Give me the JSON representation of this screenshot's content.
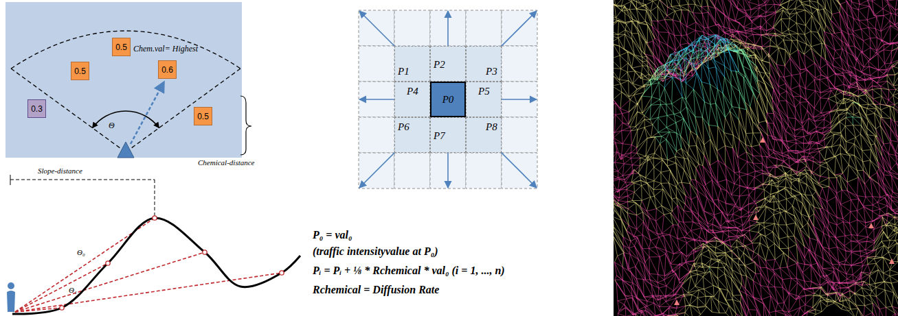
{
  "diagram": {
    "nodes": [
      {
        "text": [
          "0.5"
        ]
      },
      {
        "text": [
          "0.5"
        ]
      },
      {
        "text": [
          "0.6"
        ]
      },
      {
        "text": [
          "0.3"
        ]
      },
      {
        "text": [
          "0.5"
        ]
      },
      {
        "text": [
          "P1"
        ]
      },
      {
        "text": [
          "P2"
        ]
      },
      {
        "text": [
          "P3"
        ]
      },
      {
        "text": [
          "P4"
        ]
      },
      {
        "text": [
          "P0"
        ]
      },
      {
        "text": [
          "P5"
        ]
      },
      {
        "text": [
          "P6"
        ]
      },
      {
        "text": [
          "P7"
        ]
      },
      {
        "text": [
          "P8"
        ]
      }
    ],
    "labels": [
      "Chem.val= Highest",
      "Θ",
      "Chemical-distance",
      "Slope-distance",
      "Θ₀",
      "Θ₁",
      "P₀ = val₀",
      "(traffic intensityvalue at P₀)",
      "Pᵢ = Pᵢ + ⅛ * Rchemical * val₀ (i = 1, ..., n)",
      "Rchemical = Diffusion Rate"
    ]
  }
}
